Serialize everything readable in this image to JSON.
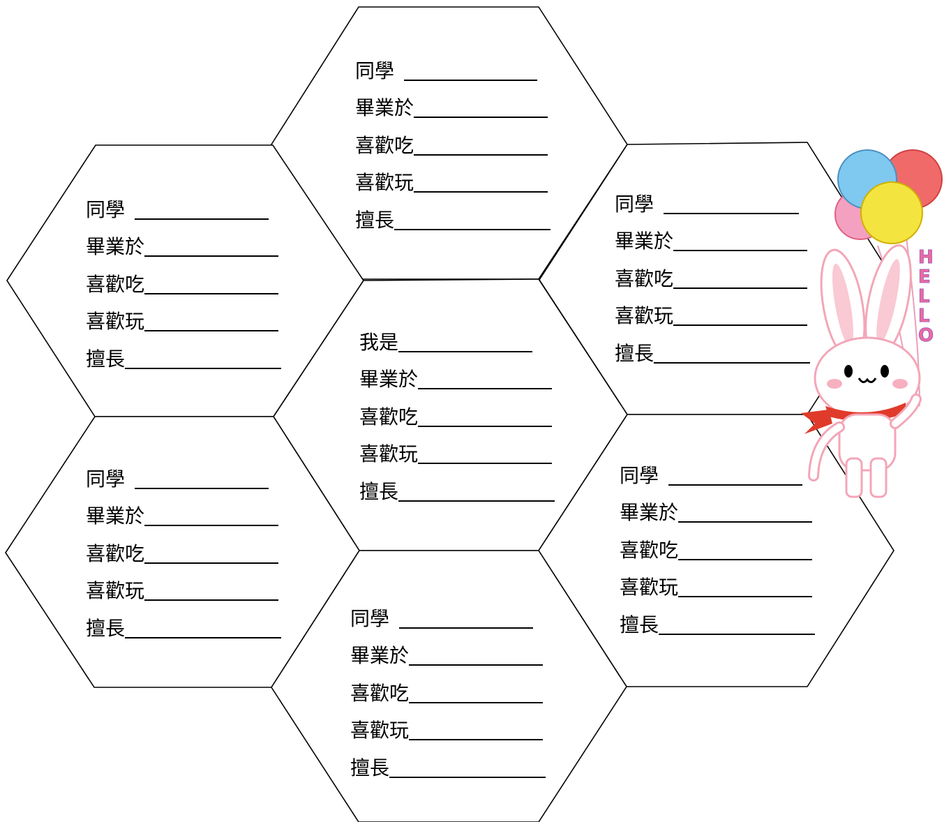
{
  "cards": [
    {
      "id": "top",
      "rows": [
        {
          "label": "同學",
          "blank": ""
        },
        {
          "label": "畢業於",
          "blank": ""
        },
        {
          "label": "喜歡吃",
          "blank": ""
        },
        {
          "label": "喜歡玩",
          "blank": ""
        },
        {
          "label": "擅長",
          "blank": ""
        }
      ]
    },
    {
      "id": "upper-left",
      "rows": [
        {
          "label": "同學",
          "blank": ""
        },
        {
          "label": "畢業於",
          "blank": ""
        },
        {
          "label": "喜歡吃",
          "blank": ""
        },
        {
          "label": "喜歡玩",
          "blank": ""
        },
        {
          "label": "擅長",
          "blank": ""
        }
      ]
    },
    {
      "id": "upper-right",
      "rows": [
        {
          "label": "同學",
          "blank": ""
        },
        {
          "label": "畢業於",
          "blank": ""
        },
        {
          "label": "喜歡吃",
          "blank": ""
        },
        {
          "label": "喜歡玩",
          "blank": ""
        },
        {
          "label": "擅長",
          "blank": ""
        }
      ]
    },
    {
      "id": "center",
      "rows": [
        {
          "label": "我是",
          "blank": ""
        },
        {
          "label": "畢業於",
          "blank": ""
        },
        {
          "label": "喜歡吃",
          "blank": ""
        },
        {
          "label": "喜歡玩",
          "blank": ""
        },
        {
          "label": "擅長",
          "blank": ""
        }
      ]
    },
    {
      "id": "lower-left",
      "rows": [
        {
          "label": "同學",
          "blank": ""
        },
        {
          "label": "畢業於",
          "blank": ""
        },
        {
          "label": "喜歡吃",
          "blank": ""
        },
        {
          "label": "喜歡玩",
          "blank": ""
        },
        {
          "label": "擅長",
          "blank": ""
        }
      ]
    },
    {
      "id": "lower-right",
      "rows": [
        {
          "label": "同學",
          "blank": ""
        },
        {
          "label": "畢業於",
          "blank": ""
        },
        {
          "label": "喜歡吃",
          "blank": ""
        },
        {
          "label": "喜歡玩",
          "blank": ""
        },
        {
          "label": "擅長",
          "blank": ""
        }
      ]
    },
    {
      "id": "bottom",
      "rows": [
        {
          "label": "同學",
          "blank": ""
        },
        {
          "label": "畢業於",
          "blank": ""
        },
        {
          "label": "喜歡吃",
          "blank": ""
        },
        {
          "label": "喜歡玩",
          "blank": ""
        },
        {
          "label": "擅長",
          "blank": ""
        }
      ]
    }
  ],
  "decoration": {
    "icon": "bunny-with-balloons-icon",
    "sign_text": "HELLO",
    "balloon_colors": [
      "#7fc8f0",
      "#f06a6a",
      "#f4e440",
      "#f4a0c0"
    ],
    "scarf_color": "#e03a2a",
    "bunny_color": "#ffffff",
    "bunny_outline": "#f3a6b8"
  }
}
